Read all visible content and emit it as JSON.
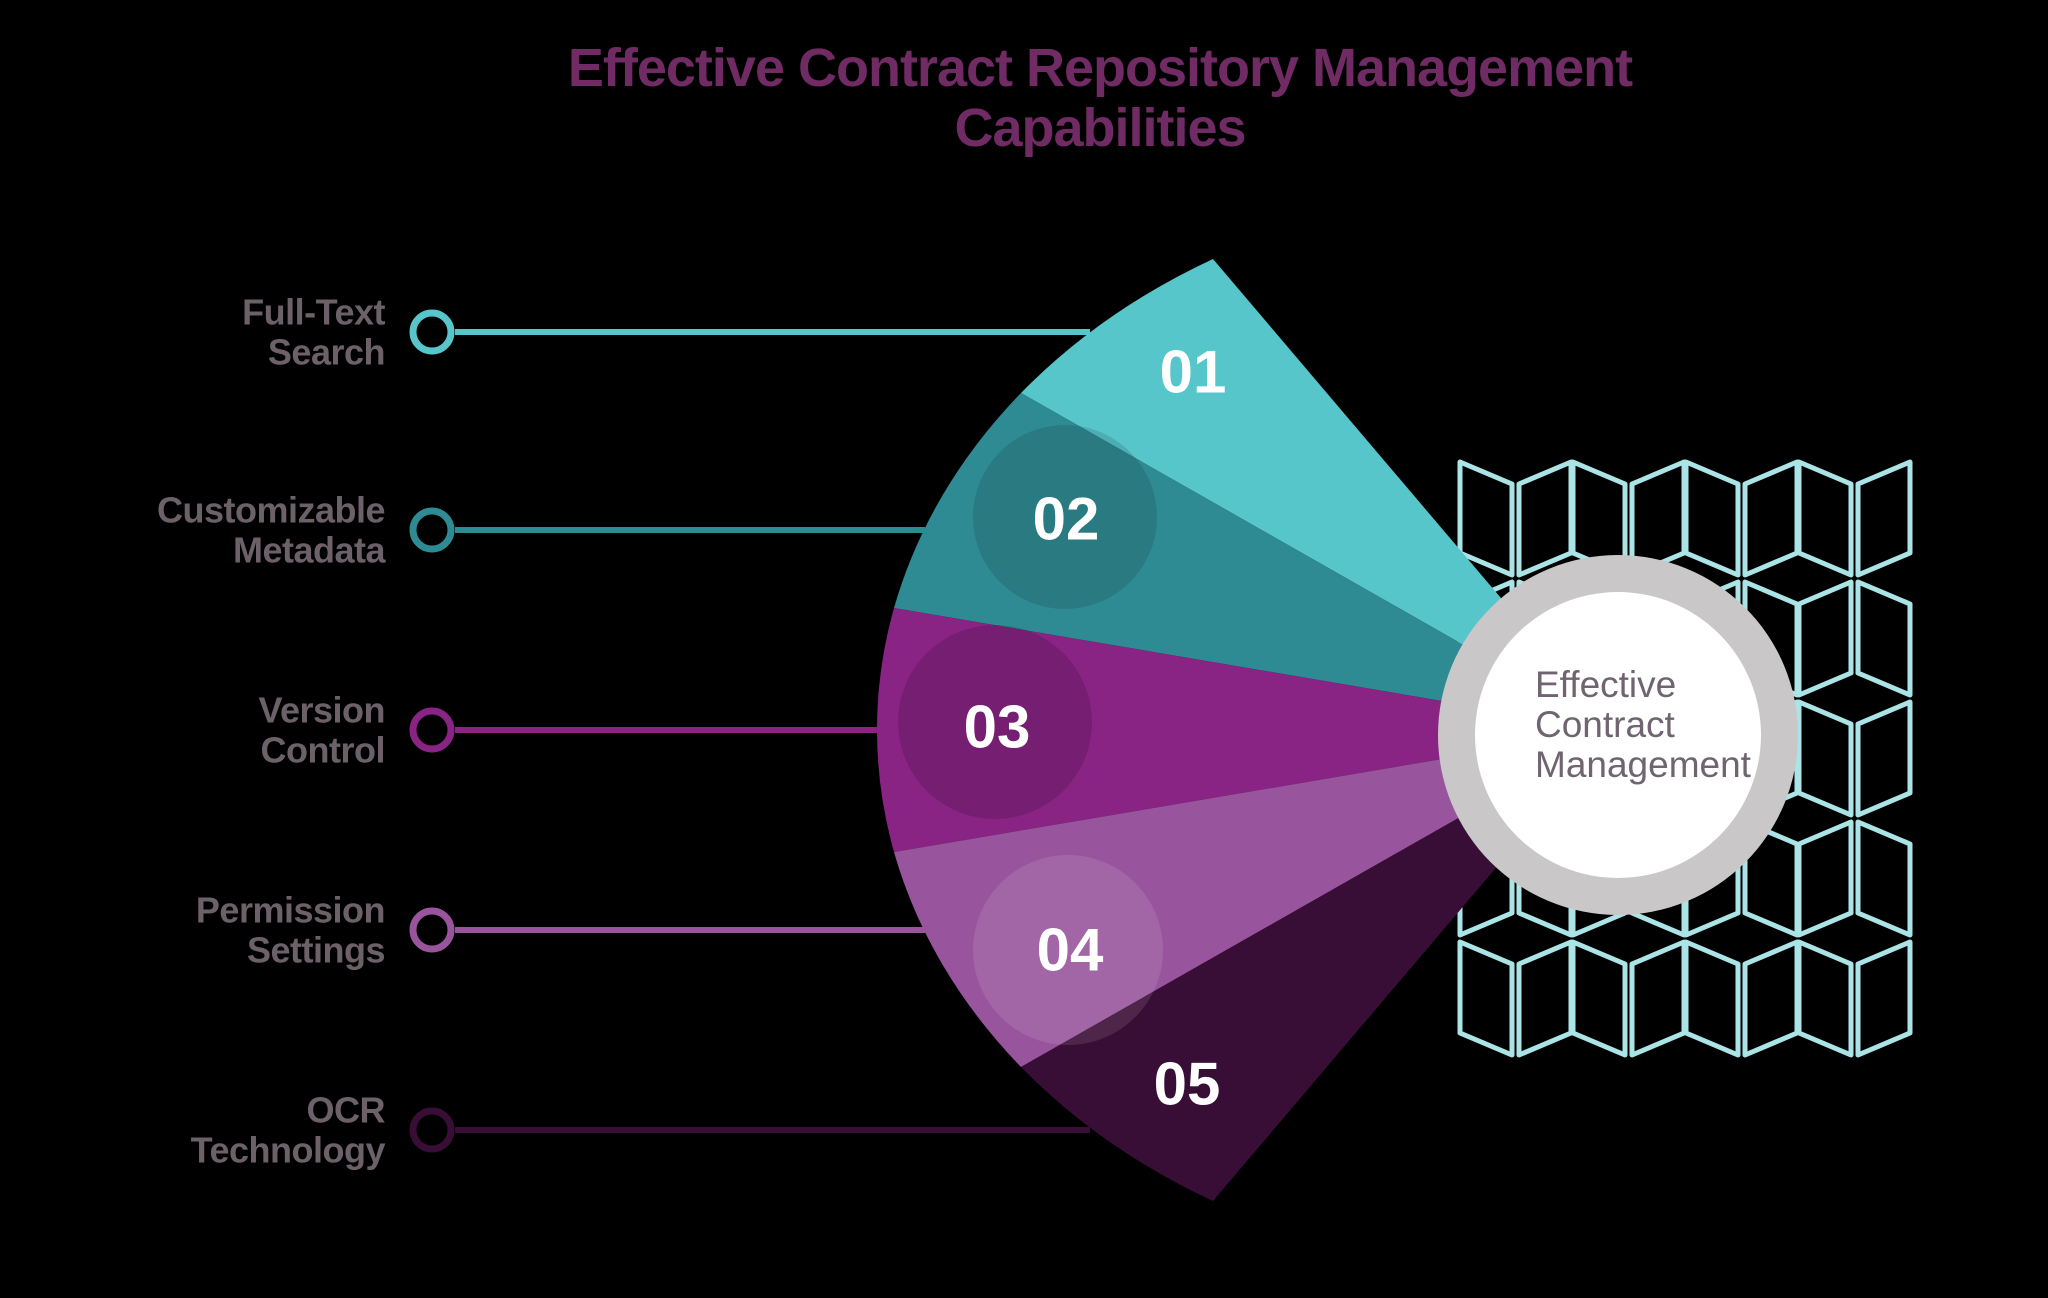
{
  "background": "#000000",
  "title": {
    "line1": "Effective Contract Repository Management",
    "line2": "Capabilities",
    "color": "#702B64"
  },
  "center_circle": {
    "ring_color": "#C9C7C8",
    "fill": "#FFFFFF",
    "lines": [
      "Effective",
      "Contract",
      "Management"
    ],
    "text_color": "#6F6470"
  },
  "items": [
    {
      "number": "01",
      "label_line1": "Full-Text",
      "label_line2": "Search",
      "color": "#57C6CB"
    },
    {
      "number": "02",
      "label_line1": "Customizable",
      "label_line2": "Metadata",
      "color": "#2F8B93"
    },
    {
      "number": "03",
      "label_line1": "Version",
      "label_line2": "Control",
      "color": "#8A2484"
    },
    {
      "number": "04",
      "label_line1": "Permission",
      "label_line2": "Settings",
      "color": "#98549C"
    },
    {
      "number": "05",
      "label_line1": "OCR",
      "label_line2": "Technology",
      "color": "#390E36"
    }
  ],
  "label_text_color": "#6D6169",
  "number_text_color": "#FFFFFF",
  "pattern_color": "#ABE4E6"
}
